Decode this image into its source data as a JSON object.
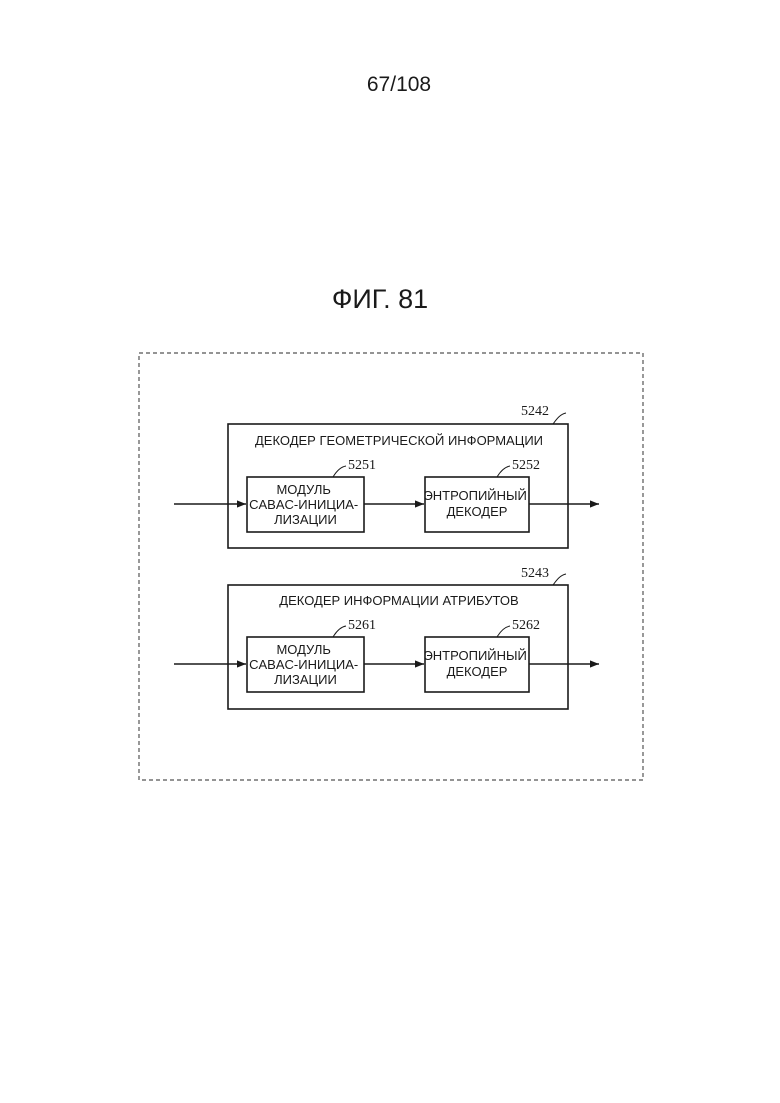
{
  "page_number": "67/108",
  "figure_title": "ФИГ. 81",
  "geometry_decoder": {
    "ref": "5242",
    "title": "ДЕКОДЕР ГЕОМЕТРИЧЕСКОЙ ИНФОРМАЦИИ",
    "init_module": {
      "ref": "5251",
      "lines": [
        "МОДУЛЬ",
        "CABAC-ИНИЦИА-",
        "ЛИЗАЦИИ"
      ]
    },
    "entropy_decoder": {
      "ref": "5252",
      "lines": [
        "ЭНТРОПИЙНЫЙ",
        "ДЕКОДЕР"
      ]
    }
  },
  "attribute_decoder": {
    "ref": "5243",
    "title": "ДЕКОДЕР ИНФОРМАЦИИ АТРИБУТОВ",
    "init_module": {
      "ref": "5261",
      "lines": [
        "МОДУЛЬ",
        "CABAC-ИНИЦИА-",
        "ЛИЗАЦИИ"
      ]
    },
    "entropy_decoder": {
      "ref": "5262",
      "lines": [
        "ЭНТРОПИЙНЫЙ",
        "ДЕКОДЕР"
      ]
    }
  }
}
